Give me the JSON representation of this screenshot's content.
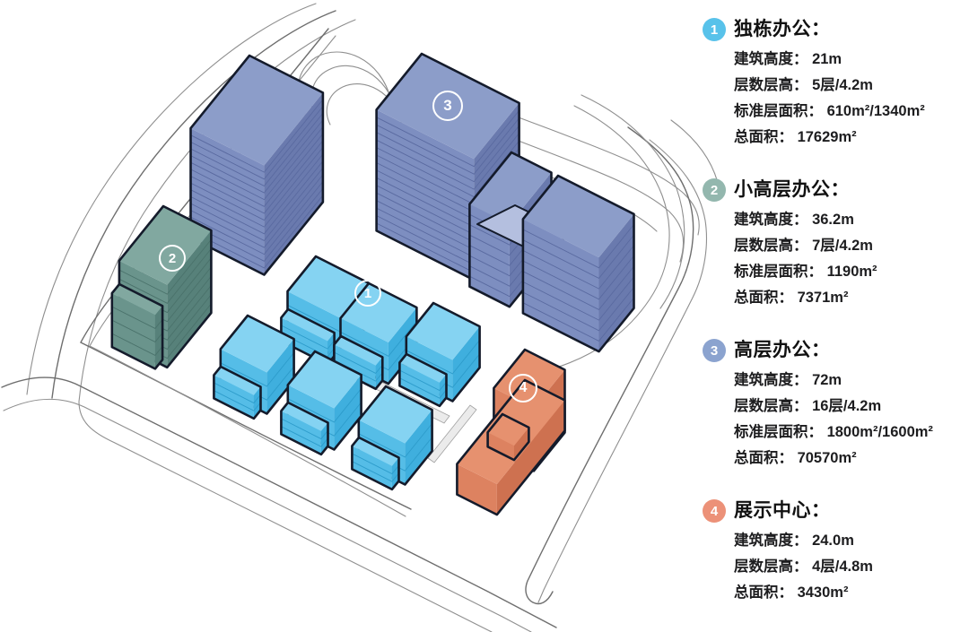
{
  "figure": {
    "type": "isometric-site-massing-diagram",
    "description": "建筑体块分析图"
  },
  "palette": {
    "t1_top": "#85D3F2",
    "t1_left": "#55BDE7",
    "t1_right": "#3FAFDE",
    "t1_line": "#2D9CCB",
    "t1_badge": "#58C2EA",
    "t2_top": "#81A8A0",
    "t2_left": "#6A948C",
    "t2_right": "#57817A",
    "t2_line": "#4A726B",
    "t2_badge": "#93B7AE",
    "t3_top": "#8C9DC9",
    "t3_left": "#7D8EC0",
    "t3_right": "#6A7AAE",
    "t3_line": "#5A6AA0",
    "t3_badge": "#8BA3CF",
    "t3_bridge": "#B4BFDF",
    "t4_top": "#E6916F",
    "t4_left": "#DD8260",
    "t4_right": "#CE7150",
    "t4_line": "#B86243",
    "t4_badge": "#EC9178",
    "outline": "#141B2B",
    "road": "#8F8F8F",
    "road-bold": "#6E6E6E",
    "walk-fill": "#EBEBEB",
    "walk-stroke": "#A0A0A0"
  },
  "plan": {
    "labels": [
      {
        "num": "1",
        "building": "独栋办公"
      },
      {
        "num": "2",
        "building": "小高层办公"
      },
      {
        "num": "3",
        "building": "高层办公"
      },
      {
        "num": "4",
        "building": "展示中心"
      }
    ]
  },
  "legend": {
    "items": [
      {
        "num": "1",
        "title": "独栋办公：",
        "lines": [
          "建筑高度： 21m",
          "层数层高： 5层/4.2m",
          "标准层面积： 610m²/1340m²",
          "总面积： 17629m²"
        ]
      },
      {
        "num": "2",
        "title": "小高层办公：",
        "lines": [
          "建筑高度： 36.2m",
          "层数层高： 7层/4.2m",
          "标准层面积： 1190m²",
          "总面积： 7371m²"
        ]
      },
      {
        "num": "3",
        "title": "高层办公：",
        "lines": [
          "建筑高度： 72m",
          "层数层高： 16层/4.2m",
          "标准层面积： 1800m²/1600m²",
          "总面积： 70570m²"
        ]
      },
      {
        "num": "4",
        "title": "展示中心：",
        "lines": [
          "建筑高度： 24.0m",
          "层数层高： 4层/4.8m",
          "总面积： 3430m²"
        ]
      }
    ]
  }
}
